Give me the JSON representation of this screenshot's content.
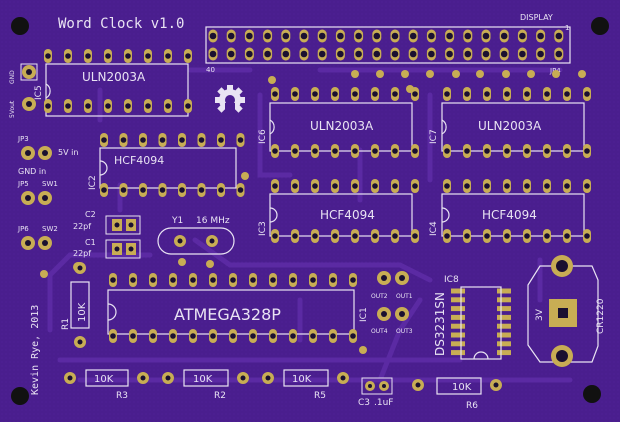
{
  "board": {
    "title": "Word Clock v1.0",
    "credit": "Kevin Rye, 2013",
    "colors": {
      "substrate": "#4a1e8e",
      "trace": "#5b2aa3",
      "silk": "#e9e3f3",
      "pad": "#c8ad54",
      "hole": "#1a1030"
    }
  },
  "ics": [
    {
      "id": "ic5",
      "ref": "IC5",
      "part": "ULN2003A"
    },
    {
      "id": "ic2",
      "ref": "IC2",
      "part": "HCF4094"
    },
    {
      "id": "ic6",
      "ref": "IC6",
      "part": "ULN2003A"
    },
    {
      "id": "ic7",
      "ref": "IC7",
      "part": "ULN2003A"
    },
    {
      "id": "ic3",
      "ref": "IC3",
      "part": "HCF4094"
    },
    {
      "id": "ic4",
      "ref": "IC4",
      "part": "HCF4094"
    },
    {
      "id": "ic1",
      "ref": "IC1",
      "part": "ATMEGA328P"
    },
    {
      "id": "ic8",
      "ref": "IC8",
      "part": "DS3231SN"
    }
  ],
  "display": {
    "label": "DISPLAY",
    "pin1": "1",
    "pin40": "40",
    "ref": "JP4"
  },
  "connectors": {
    "gnd": "GND",
    "5vout": "5Vout",
    "jp3": "JP3",
    "5vin": "5V in",
    "gndin": "GND in",
    "jp5": "JP5",
    "sw1": "SW1",
    "jp6": "JP6",
    "sw2": "SW2",
    "out1": "OUT1",
    "out2": "OUT2",
    "out3": "OUT3",
    "out4": "OUT4"
  },
  "caps": {
    "c1": "C1",
    "c2": "C2",
    "c1v": "22pf",
    "c2v": "22pf",
    "c3": "C3",
    "c3v": ".1uF"
  },
  "crystal": {
    "ref": "Y1",
    "value": "16 MHz"
  },
  "resistors": {
    "r1": "R1",
    "r2": "R2",
    "r3": "R3",
    "r5": "R5",
    "r6": "R6",
    "value": "10K"
  },
  "battery": {
    "ref": "CR1220",
    "voltage": "3V"
  }
}
